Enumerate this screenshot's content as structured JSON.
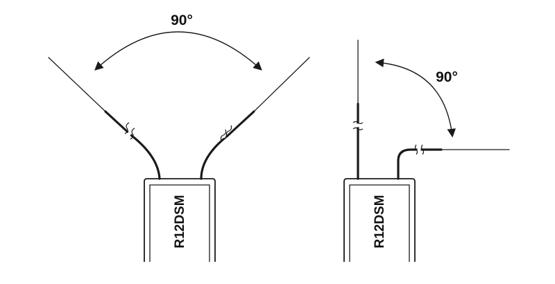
{
  "diagrams": [
    {
      "name": "left-configuration",
      "angle_label": "90°",
      "device_label": "R12DSM"
    },
    {
      "name": "right-configuration",
      "angle_label": "90°",
      "device_label": "R12DSM"
    }
  ],
  "colors": {
    "line": "#1a1a1a",
    "background": "#ffffff"
  }
}
